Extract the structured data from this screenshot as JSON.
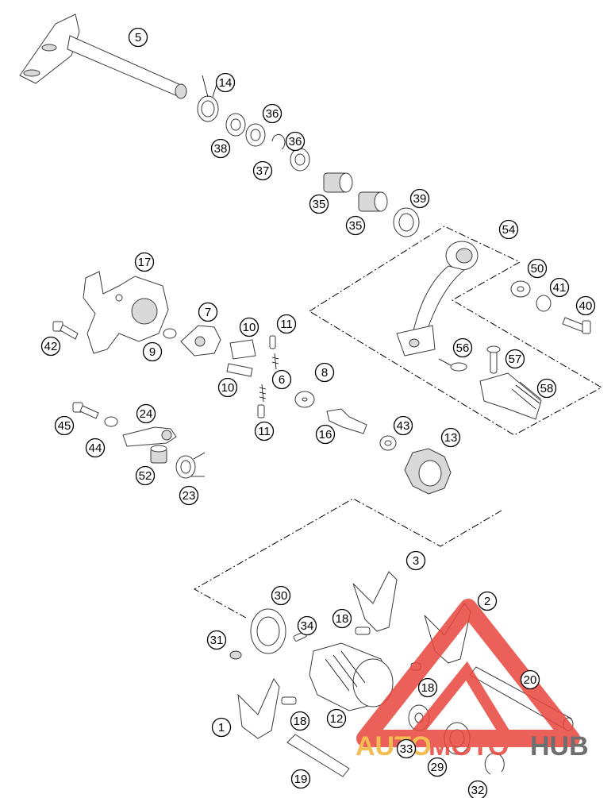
{
  "callouts": [
    "1",
    "2",
    "3",
    "5",
    "6",
    "7",
    "8",
    "9",
    "10",
    "10",
    "11",
    "11",
    "12",
    "13",
    "14",
    "16",
    "17",
    "18",
    "18",
    "18",
    "19",
    "20",
    "23",
    "24",
    "29",
    "30",
    "31",
    "32",
    "33",
    "34",
    "35",
    "35",
    "36",
    "36",
    "37",
    "38",
    "39",
    "40",
    "41",
    "42",
    "43",
    "44",
    "45",
    "50",
    "52",
    "54",
    "56",
    "57",
    "58"
  ],
  "watermark": {
    "part1": "AUTO",
    "part2": "MOTO",
    "part3": "HUB",
    "color_main": "#e8453c",
    "color_accent": "#f2b233",
    "color_dark": "#555555"
  }
}
